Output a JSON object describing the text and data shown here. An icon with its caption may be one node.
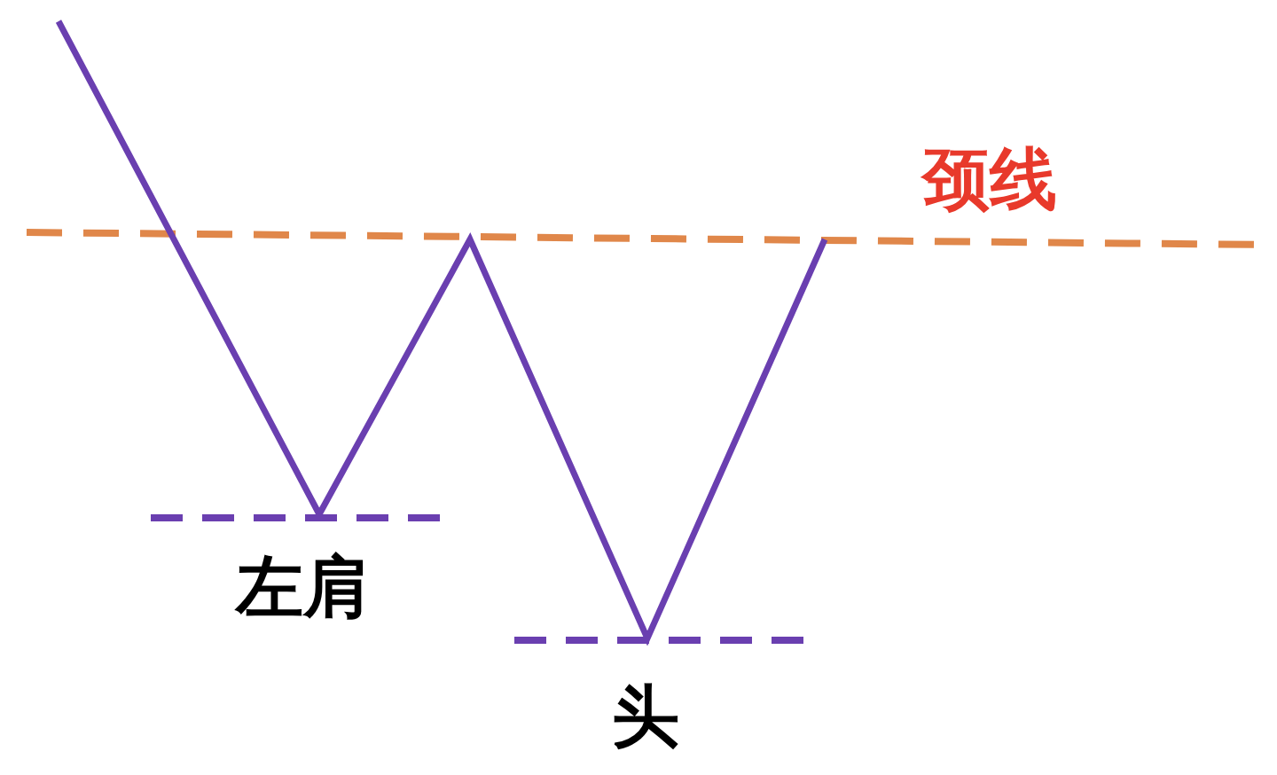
{
  "diagram": {
    "labels": [
      "颈线",
      "左肩",
      "头"
    ]
  }
}
